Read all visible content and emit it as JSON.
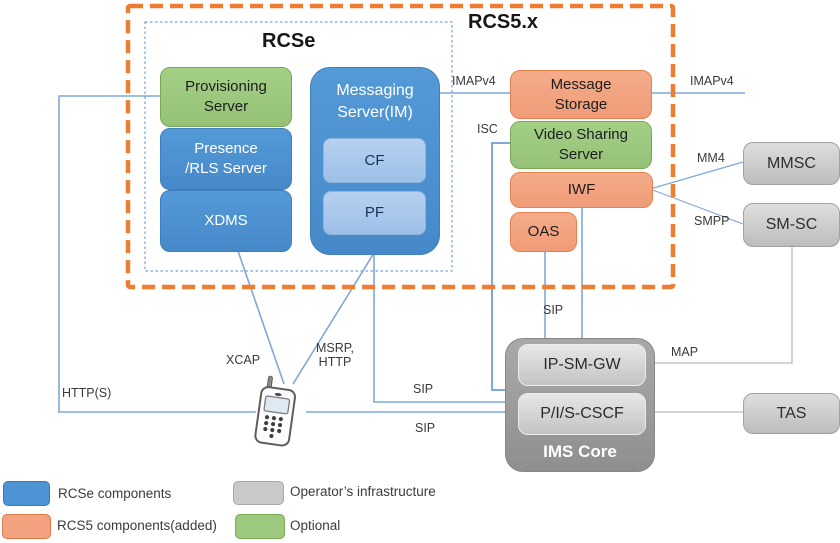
{
  "titles": {
    "outer_region": "RCS5.x",
    "inner_region": "RCSe"
  },
  "nodes": {
    "provisioning": {
      "label": "Provisioning\nServer"
    },
    "presence": {
      "label": "Presence\n/RLS Server"
    },
    "xdms": {
      "label": "XDMS"
    },
    "messaging": {
      "label": "Messaging\nServer(IM)"
    },
    "cf": {
      "label": "CF"
    },
    "pf": {
      "label": "PF"
    },
    "message_storage": {
      "label": "Message\nStorage"
    },
    "video_sharing": {
      "label": "Video Sharing\nServer"
    },
    "iwf": {
      "label": "IWF"
    },
    "oas": {
      "label": "OAS"
    },
    "mmsc": {
      "label": "MMSC"
    },
    "smsc": {
      "label": "SM-SC"
    },
    "tas": {
      "label": "TAS"
    },
    "ip_sm_gw": {
      "label": "IP-SM-GW"
    },
    "pis_cscf": {
      "label": "P/I/S-CSCF"
    },
    "ims_core": {
      "label": "IMS Core"
    }
  },
  "edge_labels": {
    "imapv4_left": "IMAPv4",
    "imapv4_right": "IMAPv4",
    "isc": "ISC",
    "mm4": "MM4",
    "smpp": "SMPP",
    "map": "MAP",
    "sip_oas": "SIP",
    "sip_messaging": "SIP",
    "sip_phone": "SIP",
    "xcap": "XCAP",
    "msrp_http": "MSRP,\nHTTP",
    "https": "HTTP(S)"
  },
  "legend": {
    "items": [
      {
        "swatch": "blue",
        "label": "RCSe components"
      },
      {
        "swatch": "orange",
        "label": "RCS5 components(added)"
      },
      {
        "swatch": "gray",
        "label": "Operator’s infrastructure"
      },
      {
        "swatch": "green",
        "label": "Optional"
      }
    ]
  },
  "colors": {
    "rcse_blue": "#4E94D4",
    "rcs5_orange": "#F2A27E",
    "operator_gray": "#C9C9C9",
    "optional_green": "#9CC97E",
    "dashed_border_orange": "#ED7D31",
    "dotted_border_blue": "#6FA3DC",
    "connector_blue": "#7FA8D9",
    "connector_gray": "#C8C8C8"
  }
}
